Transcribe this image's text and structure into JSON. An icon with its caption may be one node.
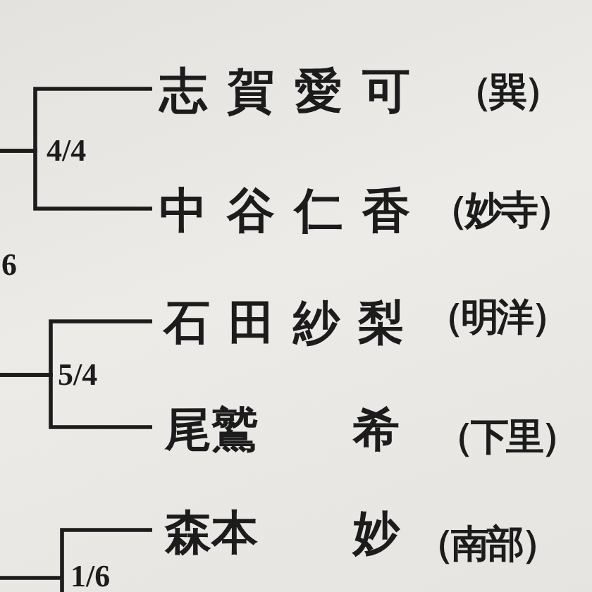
{
  "diagram": {
    "nodes": [
      {
        "text": [
          "志賀愛可",
          "（巽）"
        ]
      },
      {
        "text": [
          "中谷仁香",
          "（妙寺）"
        ]
      },
      {
        "text": [
          "石田紗梨",
          "（明洋）"
        ]
      },
      {
        "text": [
          "尾鷲 希",
          "（下里）"
        ]
      },
      {
        "text": [
          "森本 妙",
          "（南部）"
        ]
      }
    ],
    "edges": [
      {
        "from": 0,
        "to": null,
        "arrow": "none",
        "label": "4/4"
      },
      {
        "from": 1,
        "to": null,
        "arrow": "none"
      },
      {
        "from": 2,
        "to": null,
        "arrow": "none",
        "label": "5/4"
      },
      {
        "from": 3,
        "to": null,
        "arrow": "none"
      },
      {
        "from": 4,
        "to": null,
        "arrow": "none",
        "label": "1/6"
      }
    ],
    "labels": [
      "6"
    ]
  }
}
